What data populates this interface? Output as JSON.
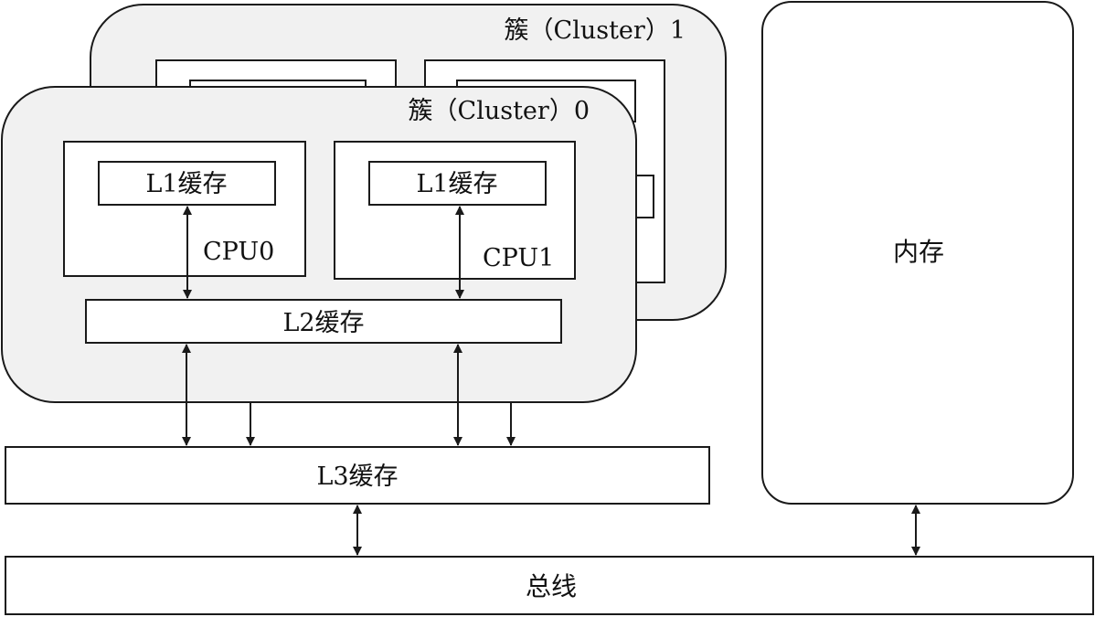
{
  "cluster1": {
    "label": "簇（Cluster）1"
  },
  "cluster0": {
    "label": "簇（Cluster）0",
    "cpus": [
      {
        "cpu_label": "CPU0",
        "l1_label": "L1缓存"
      },
      {
        "cpu_label": "CPU1",
        "l1_label": "L1缓存"
      }
    ],
    "l2_label": "L2缓存"
  },
  "l3_label": "L3缓存",
  "memory_label": "内存",
  "bus_label": "总线"
}
